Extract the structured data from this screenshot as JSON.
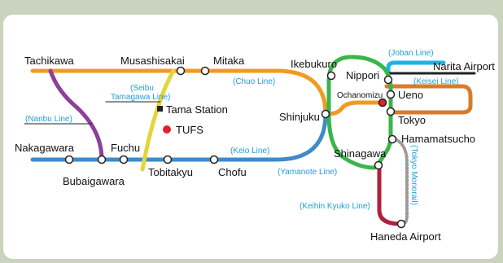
{
  "stations": {
    "tachikawa": "Tachikawa",
    "musashisakai": "Musashisakai",
    "mitaka": "Mitaka",
    "ikebukuro": "Ikebukuro",
    "nippori": "Nippori",
    "narita_airport": "Narita Airport",
    "ueno": "Ueno",
    "ochanomizu": "Ochanomizu",
    "shinjuku": "Shinjuku",
    "tokyo": "Tokyo",
    "hamamatsucho": "Hamamatsucho",
    "shinagawa": "Shinagawa",
    "haneda_airport": "Haneda Airport",
    "nakagawara": "Nakagawara",
    "fuchu": "Fuchu",
    "bubaigawara": "Bubaigawara",
    "tobitakyu": "Tobitakyu",
    "chofu": "Chofu",
    "tama_station": "Tama Station",
    "tufs": "TUFS"
  },
  "lines": {
    "chuo": "(Chuo Line)",
    "keio": "(Keio Line)",
    "yamanote": "(Yamanote Line)",
    "nanbu": "(Nanbu Line)",
    "seibu_1": "(Seibu",
    "seibu_2": "Tamagawa Line)",
    "joban": "(Joban Line)",
    "keisei": "(Keisei Line)",
    "keihin": "(Keihin Kyuko Line)",
    "monorail": "(Tokyo Monorail)"
  },
  "colors": {
    "chuo": "#f29a1f",
    "keio": "#3f8ac9",
    "yamanote": "#3ab54a",
    "nanbu": "#8c3f9b",
    "seibu": "#e4d63a",
    "joban": "#1eb2e6",
    "keisei": "#222222",
    "sobu_orange": "#d77c2c",
    "keihin": "#b21f3a",
    "monorail": "#9a9a9a",
    "line_label": "#1ea0d8",
    "tufs_dot": "#e0202c"
  }
}
